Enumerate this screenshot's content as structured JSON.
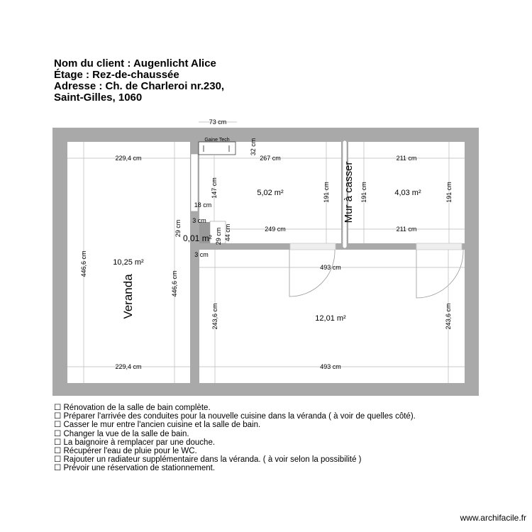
{
  "header": {
    "client": "Nom du client : Augenlicht Alice",
    "floor": "Étage : Rez-de-chaussée",
    "address_line1": "Adresse : Ch. de Charleroi nr.230,",
    "address_line2": "Saint-Gilles, 1060"
  },
  "plan": {
    "rooms": {
      "veranda_label": "Veranda",
      "veranda_area": "10,25 m²",
      "kitchen_area": "5,02 m²",
      "bath_area": "4,03 m²",
      "small_area": "0,01 m²",
      "living_area": "12,01 m²",
      "wall_label": "Mur à casser",
      "gaine_label": "Gaine Tech"
    },
    "dims": {
      "top_73": "73 cm",
      "veranda_w_top": "229,4 cm",
      "veranda_w_bottom": "229,4 cm",
      "veranda_h_left": "446,6 cm",
      "veranda_h_right": "446,6 cm",
      "kitchen_w_top": "267 cm",
      "kitchen_w_bottom": "249 cm",
      "kitchen_h": "191 cm",
      "kitchen_147": "147 cm",
      "gaine_32": "32 cm",
      "d_18": "18 cm",
      "d_3a": "3 cm",
      "d_3b": "3 cm",
      "d_29a": "29 cm",
      "d_29b": "29 cm",
      "d_44": "44 cm",
      "bath_w_top": "211 cm",
      "bath_w_bottom": "211 cm",
      "bath_h_left": "191 cm",
      "bath_h_right": "191 cm",
      "living_w_top": "493 cm",
      "living_w_bottom": "493 cm",
      "living_h_left": "243,6 cm",
      "living_h_right": "243,6 cm"
    }
  },
  "notes": [
    "☐ Rénovation de la salle de bain complète.",
    "☐ Préparer l'arrivée des conduites pour la nouvelle cuisine dans la véranda ( à voir de quelles côté).",
    "☐ Casser le mur entre l'ancien cuisine et la salle de bain.",
    "☐ Changer la vue de la salle de bain.",
    "☐ La baignoire à remplacer par une douche.",
    "☐ Récupérer l'eau de pluie pour le WC.",
    "☐ Rajouter un radiateur supplémentaire dans la véranda. ( à voir selon la possibilité )",
    "☐ Prévoir une réservation de stationnement."
  ],
  "watermark": "www.archifacile.fr",
  "colors": {
    "wall": "#a9a9a9",
    "dim_line": "#b0b0b0"
  }
}
